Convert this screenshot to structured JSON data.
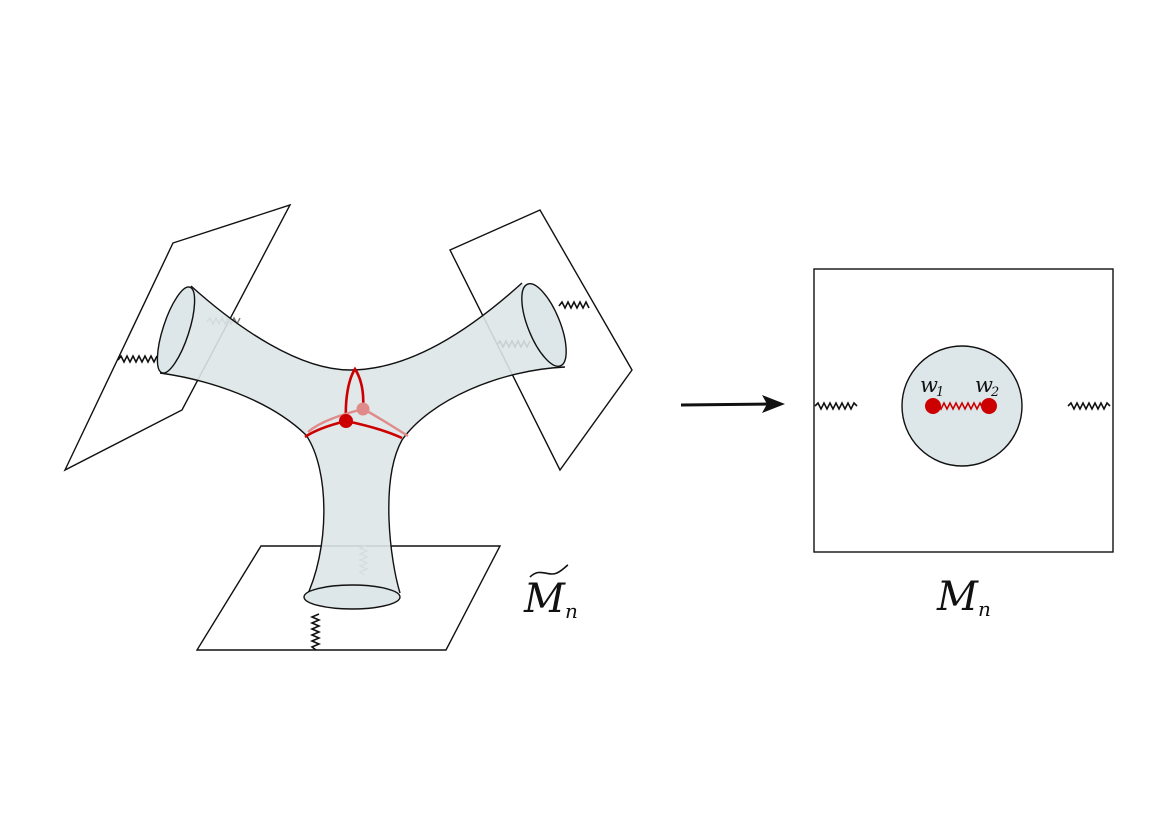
{
  "left_panel": {
    "caption": {
      "main": "M",
      "subscript": "n",
      "tilde": true
    }
  },
  "right_panel": {
    "caption": {
      "main": "M",
      "subscript": "n"
    },
    "points": [
      {
        "main": "w",
        "subscript": "1"
      },
      {
        "main": "w",
        "subscript": "2"
      }
    ]
  },
  "colors": {
    "outline": "#111111",
    "surface_fill": "#dde6e8",
    "accent_red": "#cc0000",
    "accent_red_faded": "#e08a8a"
  }
}
